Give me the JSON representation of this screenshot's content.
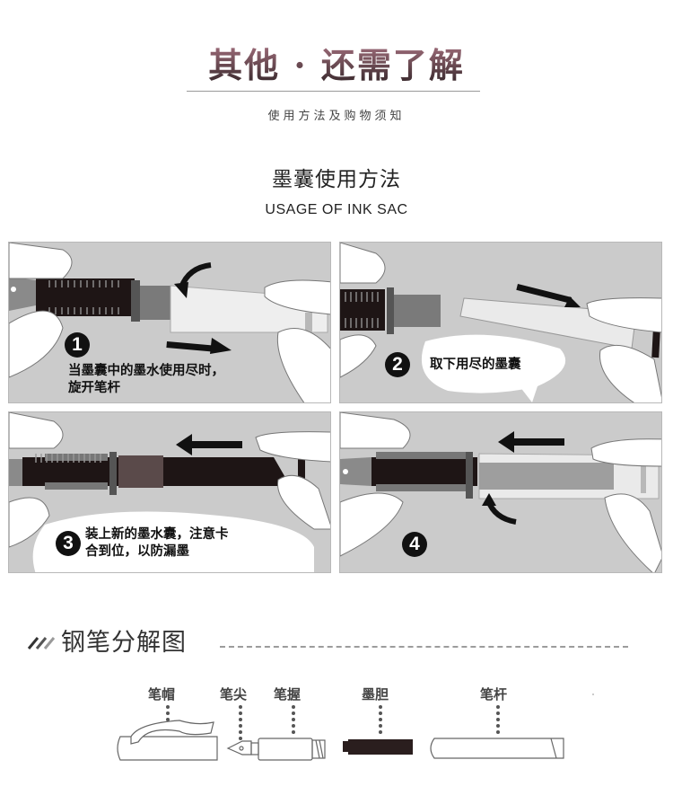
{
  "header": {
    "title": "其他 · 还需了解",
    "subtitle": "使用方法及购物须知"
  },
  "usage_section": {
    "title_cn": "墨囊使用方法",
    "title_en": "USAGE OF INK SAC",
    "steps": [
      {
        "number": "1",
        "text_line1": "当墨囊中的墨水使用尽时，",
        "text_line2": "旋开笔杆"
      },
      {
        "number": "2",
        "text_line1": "取下用尽的墨囊",
        "text_line2": ""
      },
      {
        "number": "3",
        "text_line1": "装上新的墨水囊，注意卡",
        "text_line2": "合到位，以防漏墨"
      },
      {
        "number": "4",
        "text_line1": "",
        "text_line2": ""
      }
    ]
  },
  "exploded_section": {
    "title": "钢笔分解图",
    "parts": [
      {
        "label": "笔帽"
      },
      {
        "label": "笔尖"
      },
      {
        "label": "笔握"
      },
      {
        "label": "墨胆"
      },
      {
        "label": "笔杆"
      }
    ]
  },
  "colors": {
    "panel_bg": "#cbcbcb",
    "ink": "#2a1e1e",
    "title_gradient_top": "#b07888",
    "title_gradient_bottom": "#2e2225"
  }
}
